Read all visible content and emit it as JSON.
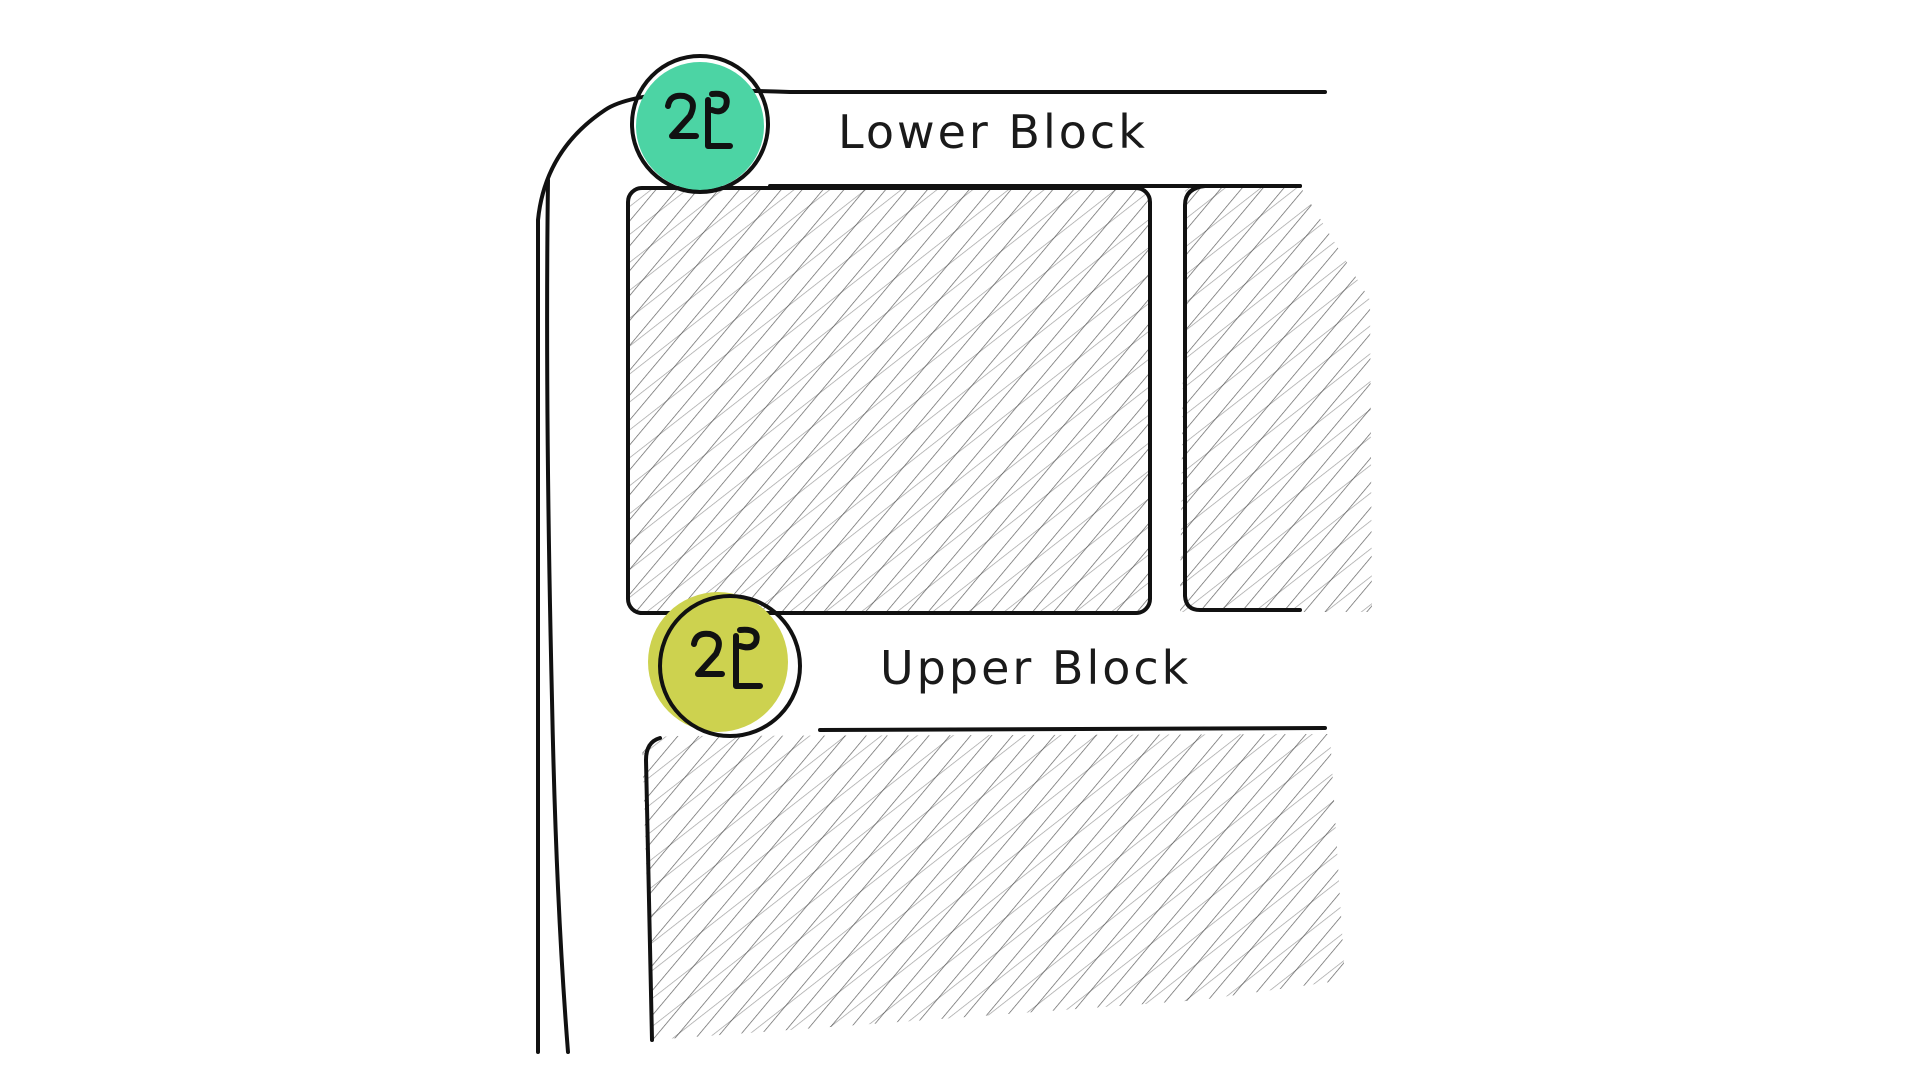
{
  "map": {
    "streets": [
      {
        "id": "lower",
        "label": "Lower Block"
      },
      {
        "id": "upper",
        "label": "Upper Block"
      }
    ],
    "markers": [
      {
        "id": "lower-stop",
        "street": "lower",
        "color": "#4cd4a4",
        "icon": "stop-glyph-icon"
      },
      {
        "id": "upper-stop",
        "street": "upper",
        "color": "#cdd24f",
        "icon": "stop-glyph-icon"
      }
    ],
    "colors": {
      "ink": "#111111",
      "hatch": "#2b2b2b",
      "background": "#ffffff"
    }
  }
}
